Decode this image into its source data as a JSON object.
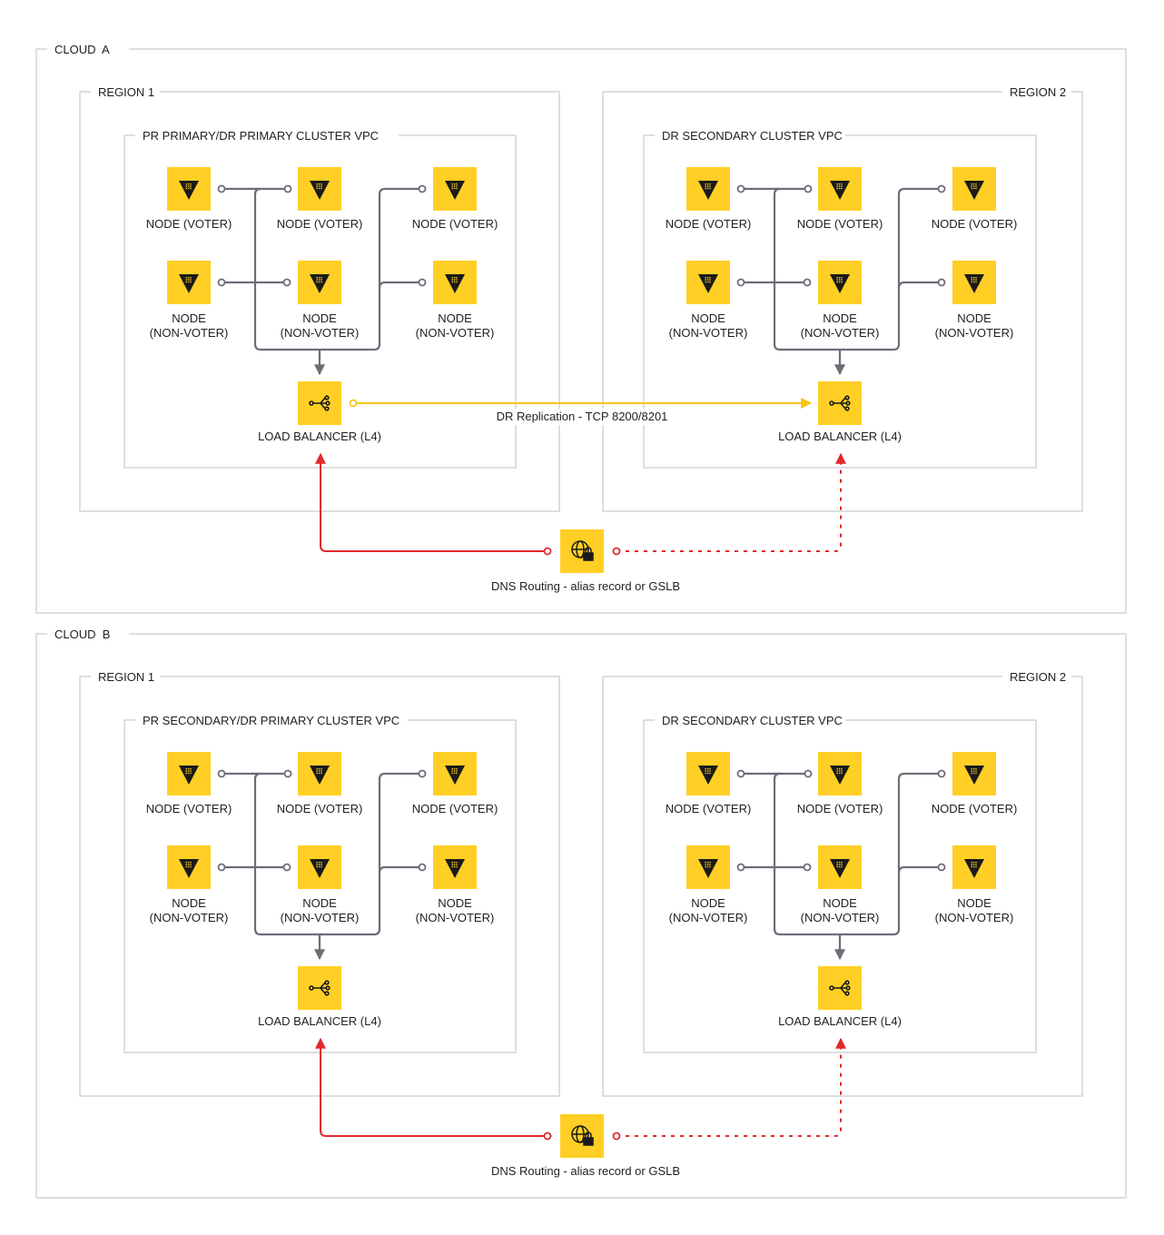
{
  "clouds": [
    {
      "label": "CLOUD  A",
      "regions": [
        {
          "label": "REGION 1",
          "vpc_label": "PR PRIMARY/DR PRIMARY CLUSTER VPC",
          "voter_nodes": [
            "NODE (VOTER)",
            "NODE (VOTER)",
            "NODE (VOTER)"
          ],
          "nonvoter_nodes": [
            [
              "NODE",
              "(NON-VOTER)"
            ],
            [
              "NODE",
              "(NON-VOTER)"
            ],
            [
              "NODE",
              "(NON-VOTER)"
            ]
          ],
          "lb_label": "LOAD BALANCER (L4)"
        },
        {
          "label": "REGION 2",
          "vpc_label": "DR SECONDARY CLUSTER VPC",
          "voter_nodes": [
            "NODE (VOTER)",
            "NODE (VOTER)",
            "NODE (VOTER)"
          ],
          "nonvoter_nodes": [
            [
              "NODE",
              "(NON-VOTER)"
            ],
            [
              "NODE",
              "(NON-VOTER)"
            ],
            [
              "NODE",
              "(NON-VOTER)"
            ]
          ],
          "lb_label": "LOAD BALANCER (L4)"
        }
      ],
      "replication_label": "DR Replication - TCP 8200/8201",
      "dns_label": "DNS Routing - alias record or GSLB"
    },
    {
      "label": "CLOUD  B",
      "regions": [
        {
          "label": "REGION 1",
          "vpc_label": "PR SECONDARY/DR PRIMARY CLUSTER VPC",
          "voter_nodes": [
            "NODE (VOTER)",
            "NODE (VOTER)",
            "NODE (VOTER)"
          ],
          "nonvoter_nodes": [
            [
              "NODE",
              "(NON-VOTER)"
            ],
            [
              "NODE",
              "(NON-VOTER)"
            ],
            [
              "NODE",
              "(NON-VOTER)"
            ]
          ],
          "lb_label": "LOAD BALANCER (L4)"
        },
        {
          "label": "REGION 2",
          "vpc_label": "DR SECONDARY CLUSTER VPC",
          "voter_nodes": [
            "NODE (VOTER)",
            "NODE (VOTER)",
            "NODE (VOTER)"
          ],
          "nonvoter_nodes": [
            [
              "NODE",
              "(NON-VOTER)"
            ],
            [
              "NODE",
              "(NON-VOTER)"
            ],
            [
              "NODE",
              "(NON-VOTER)"
            ]
          ],
          "lb_label": "LOAD BALANCER (L4)"
        }
      ],
      "replication_label": "",
      "dns_label": "DNS Routing - alias record or GSLB"
    }
  ],
  "colors": {
    "tile": "#ffcf25",
    "icon": "#1a1a1a",
    "frame": "#d4d4d8",
    "connector": "#6b6e78",
    "replication": "#f5c518",
    "dns_active": "#e0282d",
    "dns_standby": "#e0282d"
  },
  "icons": {
    "node": "vault-triangle-icon",
    "load_balancer": "load-balancer-icon",
    "dns": "globe-lock-icon"
  }
}
